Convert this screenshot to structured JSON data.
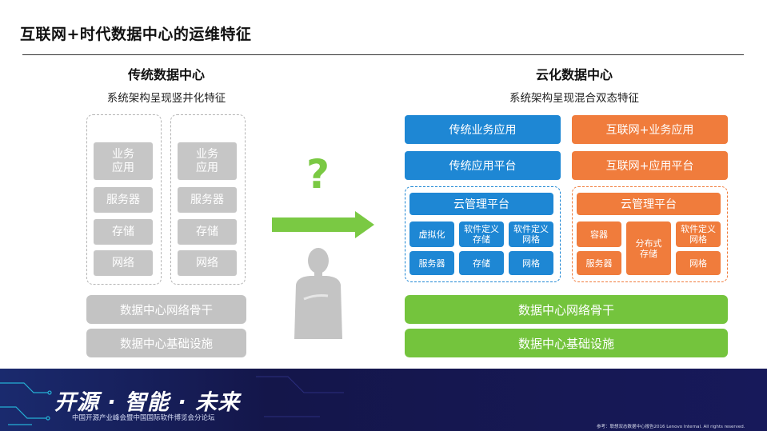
{
  "slide": {
    "title": "互联网+时代数据中心的运维特征",
    "left": {
      "heading": "传统数据中心",
      "subheading": "系统架构呈现竖井化特征",
      "column_a": [
        "业务\n应用",
        "服务器",
        "存储",
        "网络"
      ],
      "column_b": [
        "业务\n应用",
        "服务器",
        "存储",
        "网络"
      ],
      "network_bar": "数据中心网络骨干",
      "infra_bar": "数据中心基础设施"
    },
    "middle": {
      "question_mark": "?",
      "arrow_color": "#7ac943",
      "question_color": "#7ac943",
      "figure_icon": "thinking-person-icon"
    },
    "right": {
      "heading": "云化数据中心",
      "subheading": "系统架构呈现混合双态特征",
      "blue": {
        "app": "传统业务应用",
        "platform": "传统应用平台",
        "cloud_title": "云管理平台",
        "cells": [
          "虚拟化",
          "软件定义\n存储",
          "软件定义\n网格",
          "服务器",
          "存储",
          "网格"
        ]
      },
      "orange": {
        "app": "互联网+业务应用",
        "platform": "互联网+应用平台",
        "cloud_title": "云管理平台",
        "cells": [
          "容器",
          "分布式\n存储",
          "软件定义\n网格",
          "服务器",
          "网格"
        ]
      },
      "network_bar": "数据中心网络骨干",
      "infra_bar": "数据中心基础设施"
    },
    "colors": {
      "blue": "#1e87d4",
      "orange": "#f07c3c",
      "green": "#74c43d",
      "gray": "#c6c6c6",
      "footer": "#14164a"
    }
  },
  "footer": {
    "slogan": "开源 · 智能 · 未来",
    "subtitle": "中国开源产业峰会暨中国国际软件博览会分论坛",
    "note": "参考：联想双态数据中心报告2016 Lenovo Internal. All rights reserved."
  }
}
